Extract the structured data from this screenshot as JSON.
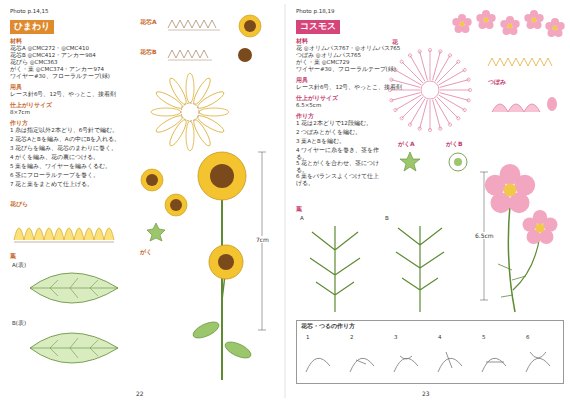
{
  "diagram": {
    "nodes": [
      {
        "text": [
          "ひまわり"
        ]
      },
      {
        "text": [
          "コスモス"
        ]
      },
      {
        "text": [
          "花芯・つるの作り方"
        ]
      }
    ],
    "labels": [
      "Photo p.14,15",
      "材料",
      "花芯A ◎CMC272・◎CMC410",
      "花芯B ◎CMC412・アンカー984",
      "花びら ◎CMC363",
      "がく・葉 ◎CMC374・アンカー974",
      "ワイヤー#30、フローラルテープ(緑)",
      "用具",
      "レース針6号、12号、やっとこ、接着剤",
      "仕上がりサイズ",
      "8×7cm",
      "作り方",
      "1 糸は指定以外2本どり、6号針で編む。",
      "2 花芯AとBを編み、Aの中にBを入れる。",
      "3 花びらを編み、花芯のまわりに巻く。",
      "4 がくを編み、花の裏につける。",
      "5 葉を編み、ワイヤーを編みくるむ。",
      "6 茎にフローラルテープを巻く。",
      "7 花と葉をまとめて仕上げる。",
      "花芯A",
      "花芯B",
      "花びら",
      "葉",
      "A(表)",
      "B(表)",
      "がく",
      "7cm",
      "22",
      "Photo p.18,19",
      "材料",
      "花 ◎オリムパス767・◎オリムパス765",
      "つぼみ ◎オリムパス765",
      "がく・葉 ◎CMC729",
      "ワイヤー#30、フローラルテープ(緑)",
      "用具",
      "レース針6号、12号、やっとこ、接着剤",
      "仕上がりサイズ",
      "6.5×5cm",
      "作り方",
      "1 花は2本どりで12段編む。",
      "2 つぼみとがくを編む。",
      "3 葉AとBを編む。",
      "4 ワイヤーに糸を巻き、茎を作る。",
      "5 花とがくを合わせ、茎につける。",
      "6 葉をバランスよくつけて仕上げる。",
      "花",
      "つぼみ",
      "がくA",
      "がくB",
      "葉",
      "A",
      "B",
      "6.5cm",
      "23",
      "1",
      "2",
      "3",
      "4",
      "5",
      "6"
    ]
  }
}
